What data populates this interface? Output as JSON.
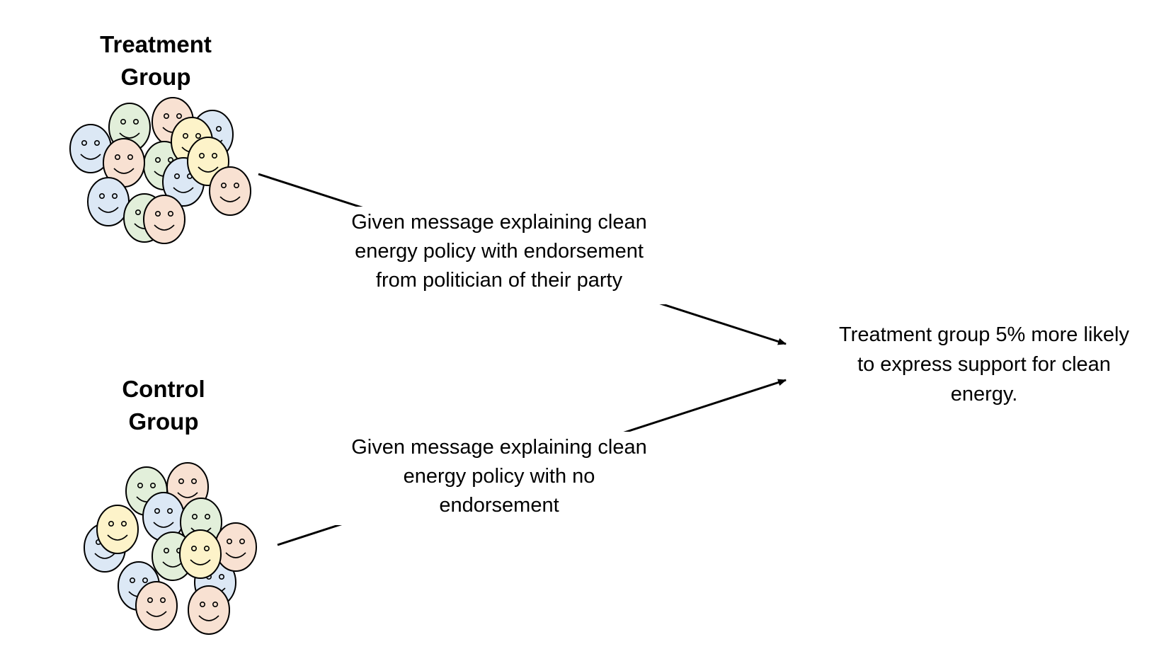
{
  "treatment": {
    "label_line1": "Treatment",
    "label_line2": "Group",
    "message_line1": "Given message explaining clean",
    "message_line2": "energy policy with endorsement",
    "message_line3": "from politician of their party"
  },
  "control": {
    "label_line1": "Control",
    "label_line2": "Group",
    "message_line1": "Given message explaining clean",
    "message_line2": "energy policy with no",
    "message_line3": "endorsement"
  },
  "result": {
    "line1": "Treatment group 5% more likely",
    "line2": "to express support for clean",
    "line3": "energy."
  },
  "colors": {
    "face_blue": "#dce8f5",
    "face_green": "#e2efda",
    "face_peach": "#f8e1d2",
    "face_yellow": "#fdf3c9",
    "stroke": "#000000"
  }
}
